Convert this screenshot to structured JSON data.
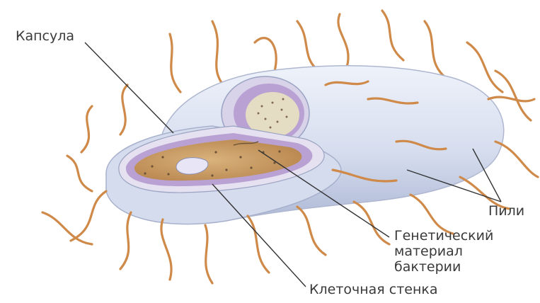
{
  "labels": {
    "capsule": "Капсула",
    "pili": "Пили",
    "genetic_material": [
      "Генетический",
      "материал",
      "бактерии"
    ],
    "cell_wall": "Клеточная стенка"
  },
  "colors": {
    "pili": "#cf8a4a",
    "capsule_body": "#dbe2f1",
    "capsule_shadow": "#b7c1db",
    "cell_wall_band": "#b9a2d3",
    "cytoplasm": "#c69a62",
    "nucleoid": "#e8e6f6",
    "leader_line": "#333333"
  }
}
